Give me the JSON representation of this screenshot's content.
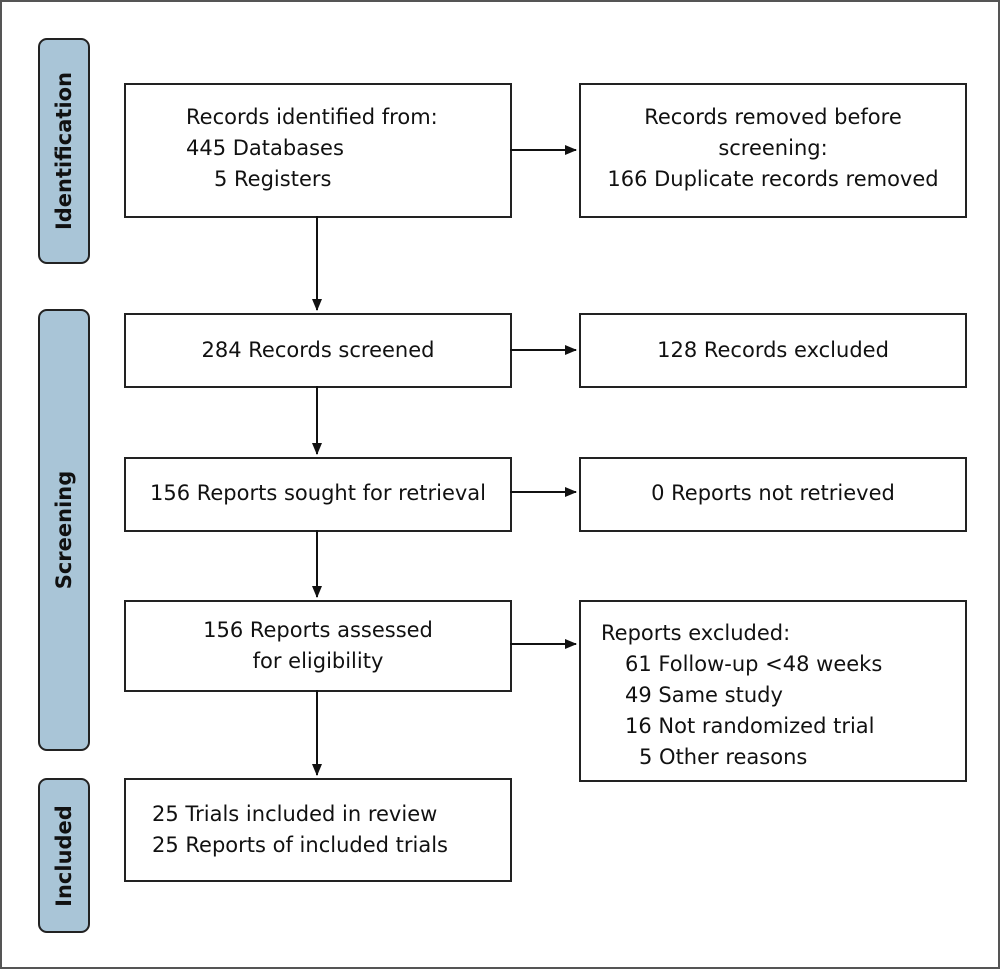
{
  "phases": {
    "identification": "Identification",
    "screening": "Screening",
    "included": "Included"
  },
  "boxes": {
    "identified": {
      "title": "Records identified from:",
      "items": [
        "445 Databases",
        "5 Registers"
      ]
    },
    "removed": {
      "lines": [
        "Records removed before",
        "screening:",
        "166 Duplicate records removed"
      ]
    },
    "screened": "284 Records screened",
    "excluded": "128 Records excluded",
    "sought": "156 Reports sought for retrieval",
    "not_retrieved": "0 Reports not retrieved",
    "assessed": {
      "lines": [
        "156 Reports assessed",
        "for eligibility"
      ]
    },
    "reports_excluded": {
      "title": "Reports excluded:",
      "items": [
        "61 Follow-up <48 weeks",
        "49 Same study",
        "16 Not randomized trial",
        "5 Other reasons"
      ]
    },
    "included": {
      "lines": [
        "25 Trials included in review",
        "25 Reports of included trials"
      ]
    }
  }
}
